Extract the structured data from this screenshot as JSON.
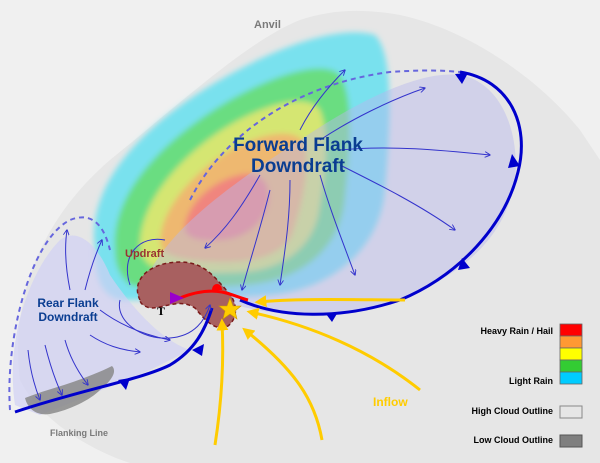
{
  "labels": {
    "anvil": "Anvil",
    "forward_flank": [
      "Forward Flank",
      "Downdraft"
    ],
    "updraft": "Updraft",
    "rear_flank": [
      "Rear Flank",
      "Downdraft"
    ],
    "tornado_marker": "T",
    "inflow": "Inflow",
    "flanking_line": "Flanking Line"
  },
  "legend": {
    "rain_top": "Heavy Rain / Hail",
    "rain_bottom": "Light Rain",
    "rain_swatches": [
      "#ff0000",
      "#ff9933",
      "#ffff00",
      "#33cc33",
      "#00ccff"
    ],
    "high_cloud": "High Cloud Outline",
    "low_cloud": "Low Cloud Outline"
  },
  "colors": {
    "high_cloud": "#e6e6e6",
    "low_cloud": "#7f7f7f",
    "front": "#0000cc",
    "warm_front": "#ff0000",
    "occlusion": "#9900cc",
    "inflow": "#ffcc00",
    "arrows": "#3333cc",
    "updraft": "#993333"
  }
}
